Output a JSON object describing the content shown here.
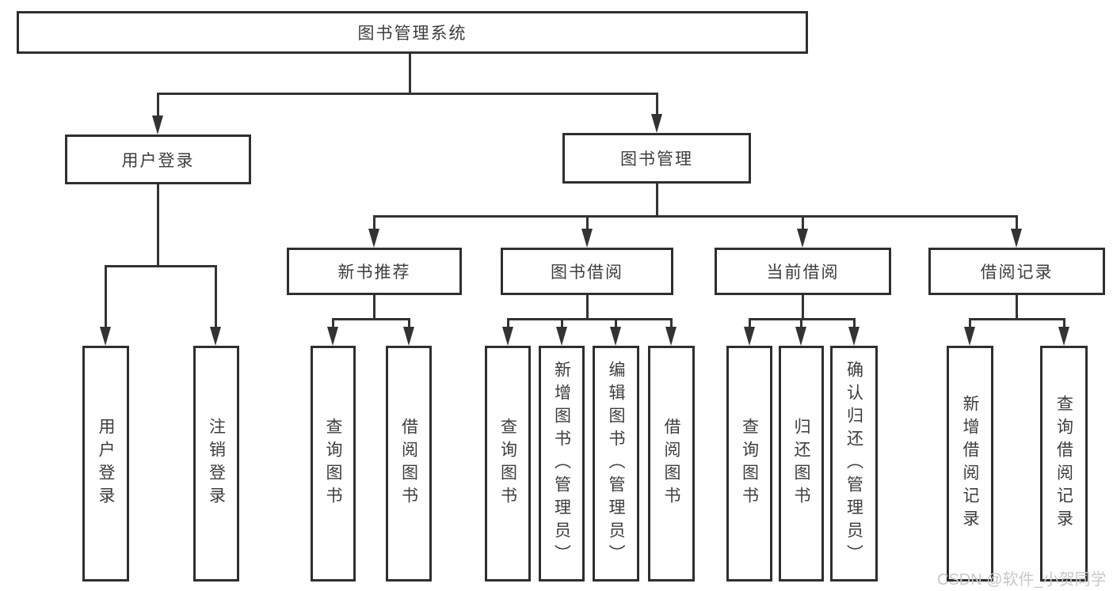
{
  "title": "图书管理系统",
  "nodes": {
    "root": "图书管理系统",
    "level1": {
      "login": "用户登录",
      "mgmt": "图书管理"
    },
    "login_children": [
      "用户登录",
      "注销登录"
    ],
    "mgmt_children": [
      "新书推荐",
      "图书借阅",
      "当前借阅",
      "借阅记录"
    ],
    "recommend_children": [
      "查询图书",
      "借阅图书"
    ],
    "borrow_children": [
      "查询图书",
      "新增图书（管理员）",
      "编辑图书（管理员）",
      "借阅图书"
    ],
    "current_children": [
      "查询图书",
      "归还图书",
      "确认归还（管理员）"
    ],
    "record_children": [
      "新增借阅记录",
      "查询借阅记录"
    ]
  },
  "watermark": "CSDN @软件_小贺同学",
  "colors": {
    "background": "#ffffff",
    "line": "#333333",
    "box_border": "#2f2f2f",
    "text": "#3d3d3d",
    "watermark_text": "#c8c8c8"
  }
}
